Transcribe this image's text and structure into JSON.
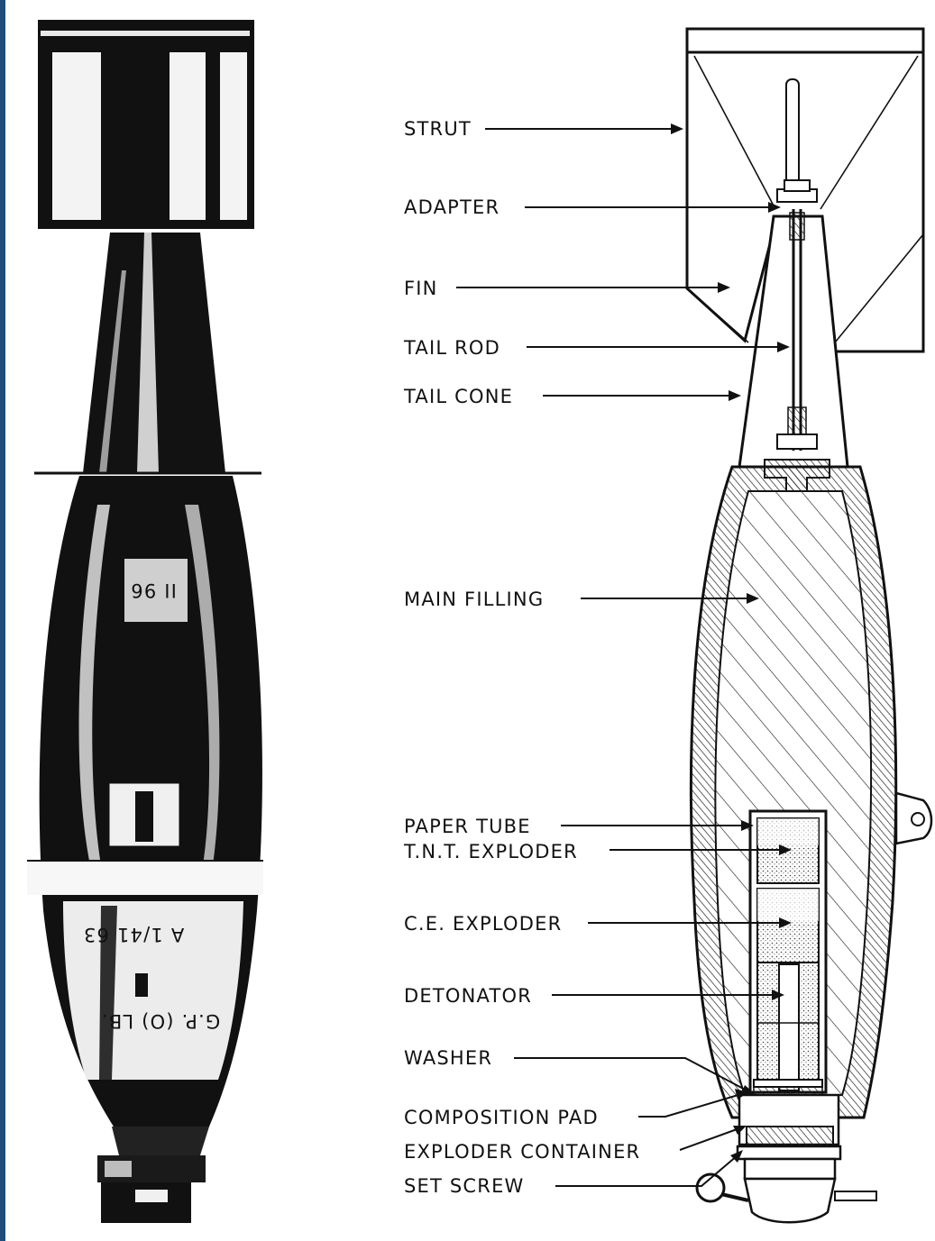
{
  "left_view": {
    "markings": {
      "weight_stencil": "II 96",
      "lot_stencil": "A 1/41 63",
      "type_stencil": "G.P. (O) LB."
    }
  },
  "right_view": {
    "labels": {
      "strut": "STRUT",
      "adapter": "ADAPTER",
      "fin": "FIN",
      "tail_rod": "TAIL ROD",
      "tail_cone": "TAIL CONE",
      "main_filling": "MAIN FILLING",
      "paper_tube": "PAPER TUBE",
      "tnt_exploder": "T.N.T. EXPLODER",
      "ce_exploder": "C.E. EXPLODER",
      "detonator": "DETONATOR",
      "washer": "WASHER",
      "composition_pad": "COMPOSITION PAD",
      "exploder_container": "EXPLODER CONTAINER",
      "set_screw": "SET SCREW"
    }
  },
  "colors": {
    "ink": "#111111",
    "paper": "#ffffff",
    "edge": "#1f4e7a"
  }
}
